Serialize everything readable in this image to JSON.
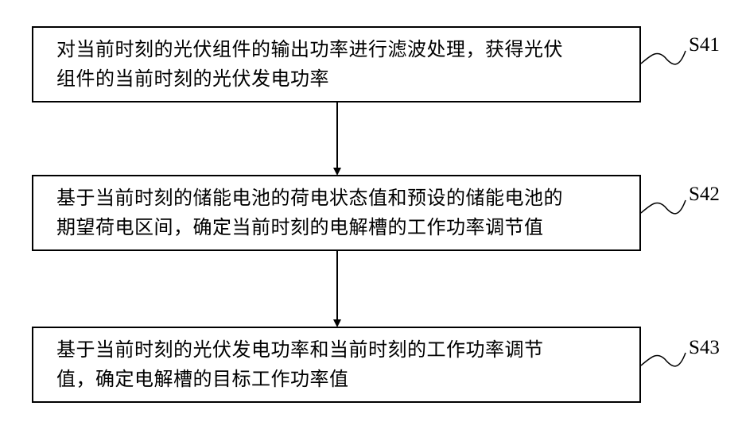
{
  "steps": [
    {
      "id": "S41",
      "lines": [
        "对当前时刻的光伏组件的输出功率进行滤波处理，获得光伏",
        "组件的当前时刻的光伏发电功率"
      ]
    },
    {
      "id": "S42",
      "lines": [
        "基于当前时刻的储能电池的荷电状态值和预设的储能电池的",
        "期望荷电区间，确定当前时刻的电解槽的工作功率调节值"
      ]
    },
    {
      "id": "S43",
      "lines": [
        "基于当前时刻的光伏发电功率和当前时刻的工作功率调节",
        "值，确定电解槽的目标工作功率值"
      ]
    }
  ]
}
